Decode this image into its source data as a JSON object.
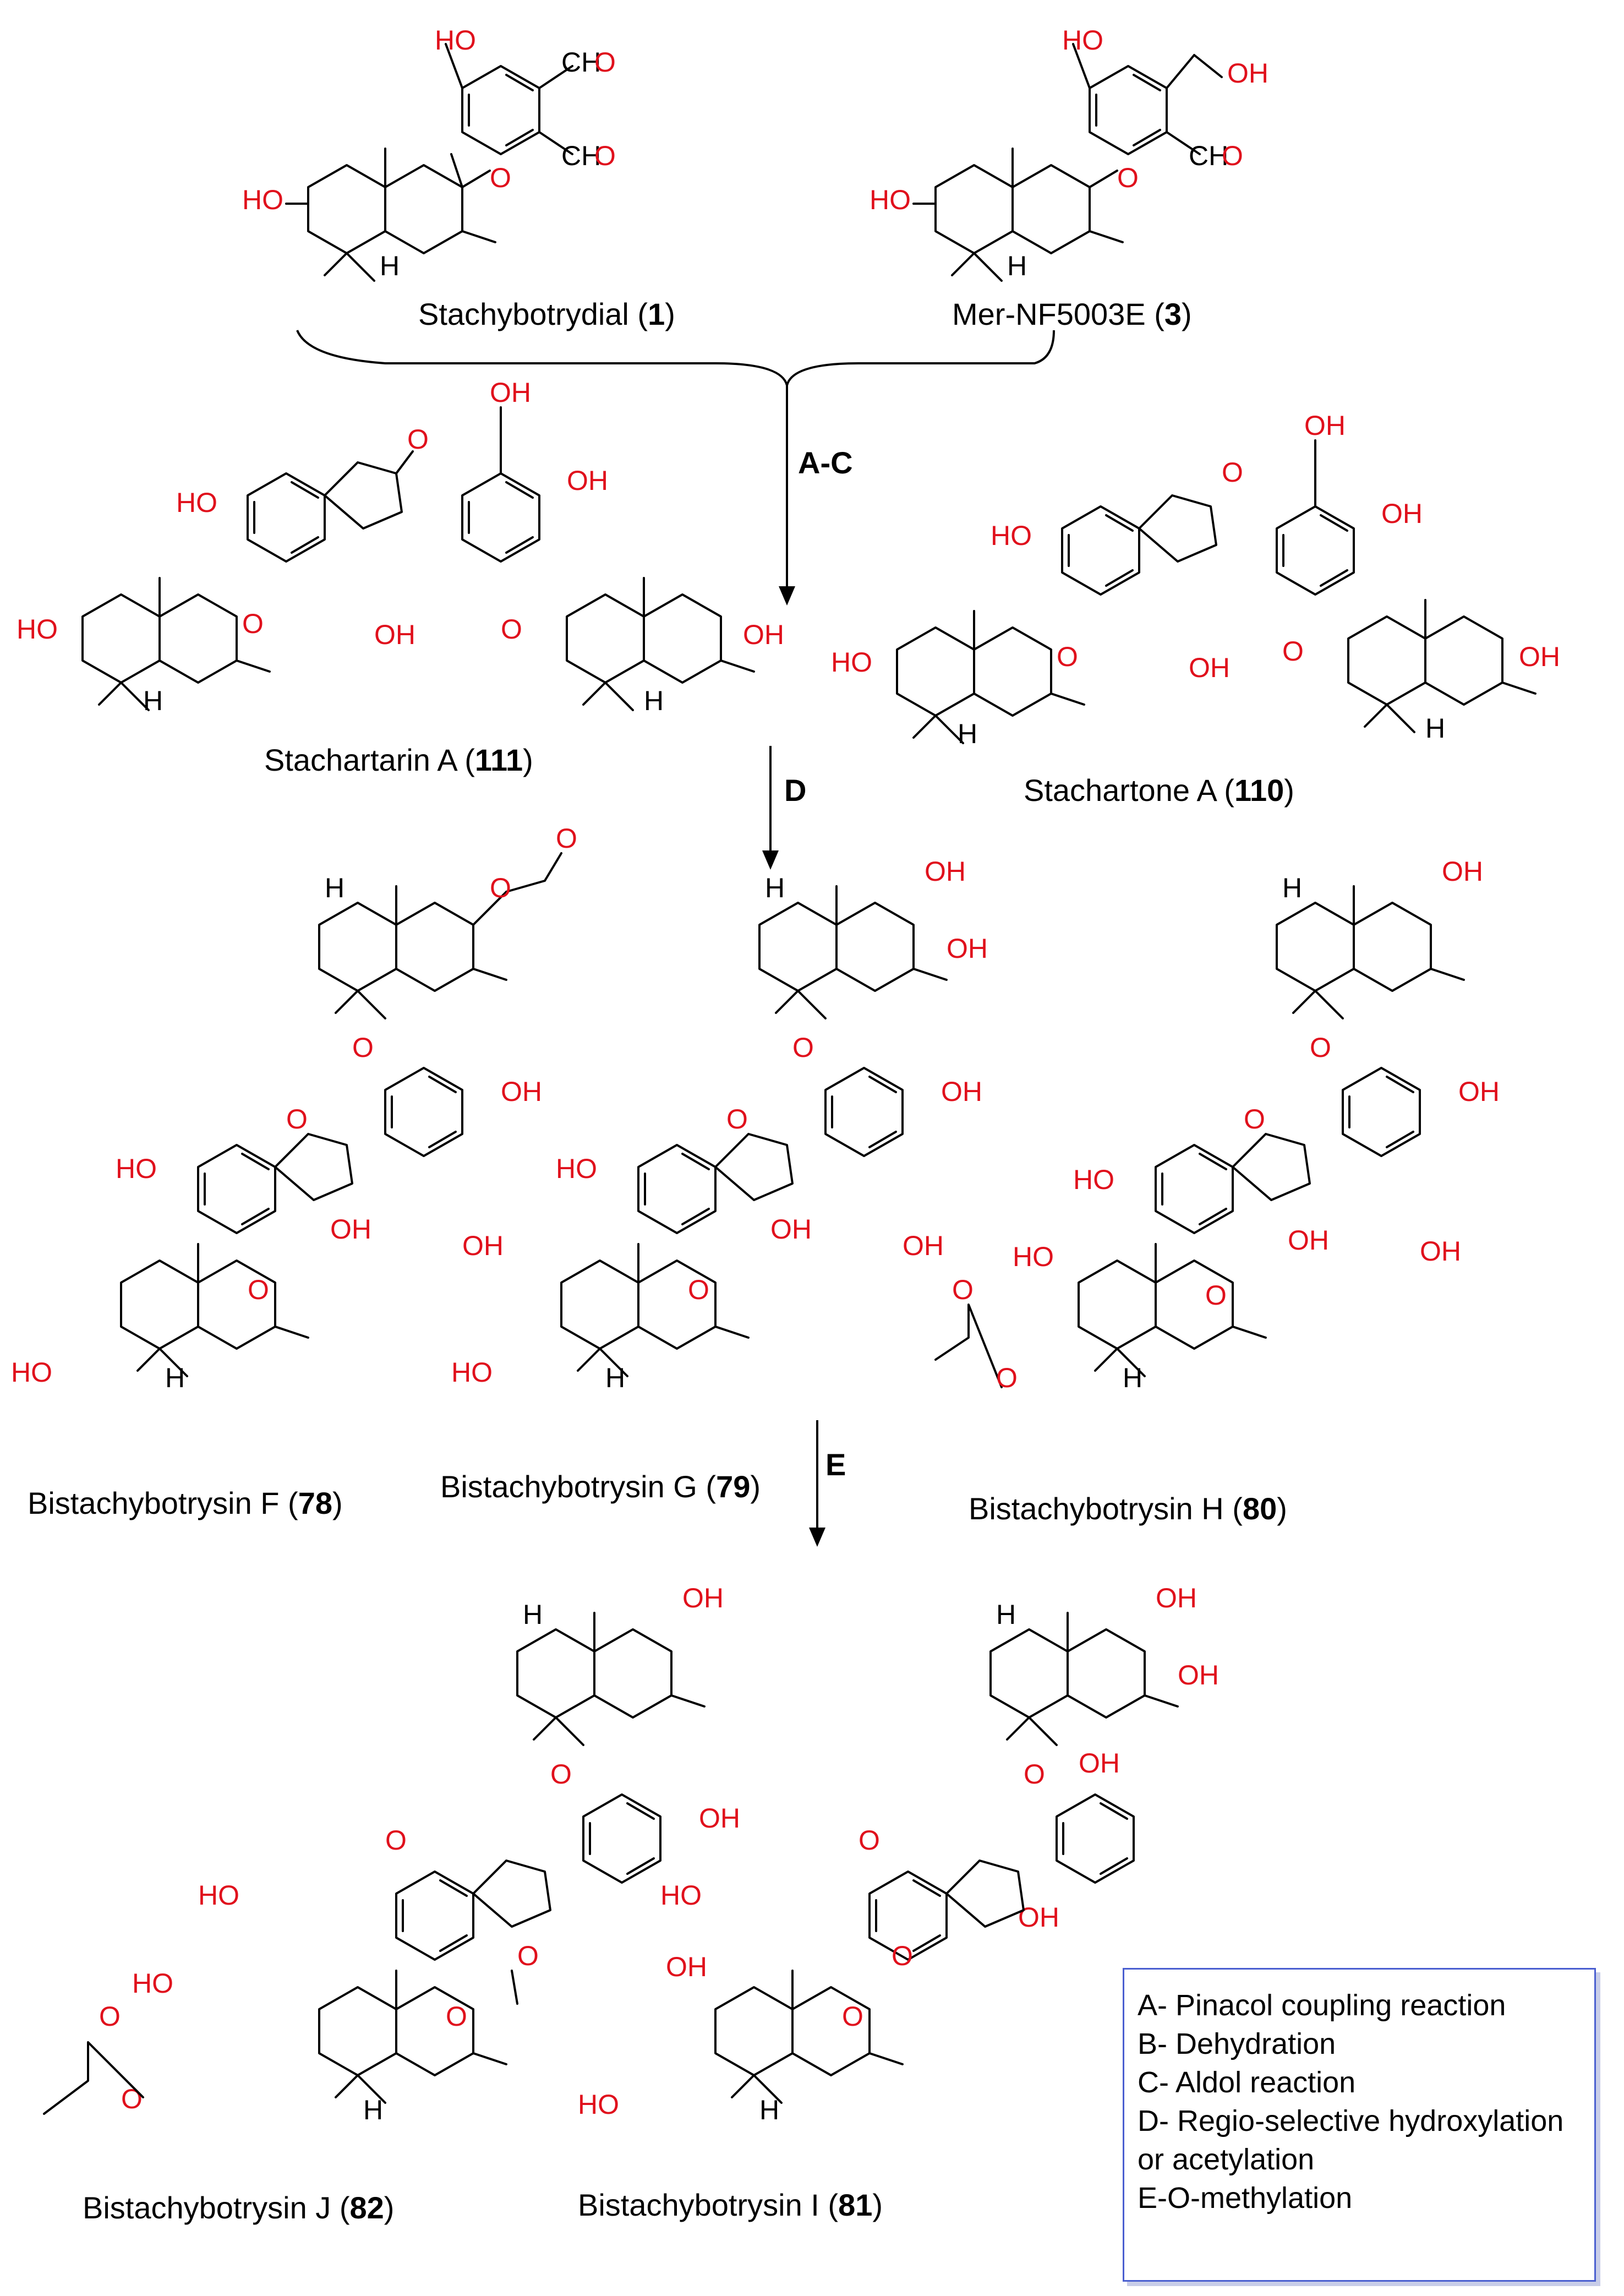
{
  "compounds": [
    {
      "key": "c1",
      "name": "Stachybotrydial",
      "number": "1"
    },
    {
      "key": "c3",
      "name": "Mer-NF5003E",
      "number": "3"
    },
    {
      "key": "c111",
      "name": "Stachartarin A",
      "number": "111"
    },
    {
      "key": "c110",
      "name": "Stachartone A",
      "number": "110"
    },
    {
      "key": "c78",
      "name": "Bistachybotrysin F",
      "number": "78"
    },
    {
      "key": "c79",
      "name": "Bistachybotrysin G",
      "number": "79"
    },
    {
      "key": "c80",
      "name": "Bistachybotrysin H",
      "number": "80"
    },
    {
      "key": "c82",
      "name": "Bistachybotrysin J",
      "number": "82"
    },
    {
      "key": "c81",
      "name": "Bistachybotrysin I",
      "number": "81"
    }
  ],
  "steps": {
    "ac": "A-C",
    "d": "D",
    "e": "E"
  },
  "atoms": {
    "ho": "HO",
    "oh": "OH",
    "o": "O",
    "h": "H",
    "cho_c": "CH",
    "cho_o": "O",
    "ome": "O"
  },
  "legend": [
    "A- Pinacol coupling reaction",
    "B- Dehydration",
    "C- Aldol reaction",
    "D- Regio-selective hydroxylation",
    "or acetylation",
    "E-O-methylation"
  ],
  "colors": {
    "heteroatom": "#e0101c",
    "bond": "#000000",
    "legend_border": "#4a5fd0"
  }
}
